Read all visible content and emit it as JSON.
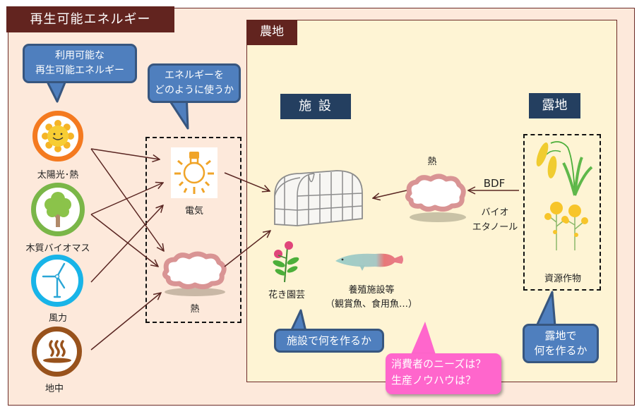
{
  "outer_section": {
    "title": "再生可能エネルギー"
  },
  "farmland_section": {
    "title": "農地"
  },
  "callouts": {
    "available_energy": [
      "利用可能な",
      "再生可能エネルギー"
    ],
    "how_to_use": [
      "エネルギーを",
      "どのように使うか"
    ],
    "facility_what": "施設で何を作るか",
    "open_field_what": [
      "露地で",
      "何を作るか"
    ],
    "consumer": [
      "消費者のニーズは？",
      "生産ノウハウは？"
    ]
  },
  "energy_sources": [
    {
      "id": "solar",
      "label": "太陽光･熱",
      "icon": "sun-icon",
      "ring_color": "#f47a20"
    },
    {
      "id": "biomass",
      "label": "木質バイオマス",
      "icon": "tree-icon",
      "ring_color": "#7ab648"
    },
    {
      "id": "wind",
      "label": "風力",
      "icon": "wind-turbine-icon",
      "ring_color": "#18b4e8"
    },
    {
      "id": "geothermal",
      "label": "地中",
      "icon": "hot-spring-icon",
      "ring_color": "#98521c"
    }
  ],
  "energy_uses": [
    {
      "id": "electricity",
      "label": "電気",
      "icon": "light-bulb-icon"
    },
    {
      "id": "heat",
      "label": "熱",
      "icon": "heat-cloud-icon"
    }
  ],
  "facility": {
    "label": "施 設",
    "products": [
      {
        "label": "花き園芸",
        "icon": "flower-icon"
      },
      {
        "label": "養殖施設等",
        "sublabel": "（観賞魚、食用魚…）",
        "icon": "fish-icon"
      }
    ]
  },
  "open_field": {
    "label": "露地",
    "crops_label": "資源作物",
    "heat_label": "熱",
    "fuel_labels": {
      "bdf": "BDF",
      "bioethanol": [
        "バイオ",
        "エタノール"
      ]
    }
  },
  "colors": {
    "arrow": "#5a2622",
    "title_bg": "#62241f",
    "navy": "#243f60",
    "callout_blue": "#4f7fbe",
    "callout_pink": "#ff66cc",
    "outer_bg": "#fde9db",
    "inner_bg": "#fef4d4"
  }
}
